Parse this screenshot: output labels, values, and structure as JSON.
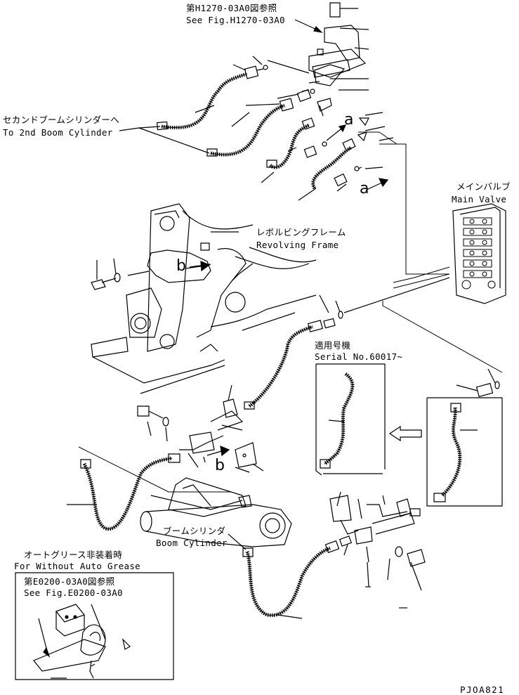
{
  "labels": {
    "ref_top_jp": "第H1270-03A0図参照",
    "ref_top_en": "See Fig.H1270-03A0",
    "boom2_jp": "セカンドブームシリンダーへ",
    "boom2_en": "To 2nd Boom Cylinder",
    "mainvalve_jp": "メインバルブ",
    "mainvalve_en": "Main Valve",
    "frame_jp": "レボルビングフレーム",
    "frame_en": "Revolving Frame",
    "serial_jp": "適用号機",
    "serial_en": "Serial No.60017~",
    "boomcyl_jp": "ブームシリンダ",
    "boomcyl_en": "Boom Cylinder",
    "autogrease_jp": "オートグリース非装着時",
    "autogrease_en": "For Without Auto Grease",
    "ref_bottom_jp": "第E0200-03A0図参照",
    "ref_bottom_en": "See Fig.E0200-03A0",
    "drawing_no": "PJOA821"
  },
  "callouts": {
    "a_upper": "a",
    "a_lower": "a",
    "b_upper": "b",
    "b_lower": "b"
  },
  "icons": [
    "arrow-right-icon",
    "hollow-left-arrow-icon"
  ]
}
